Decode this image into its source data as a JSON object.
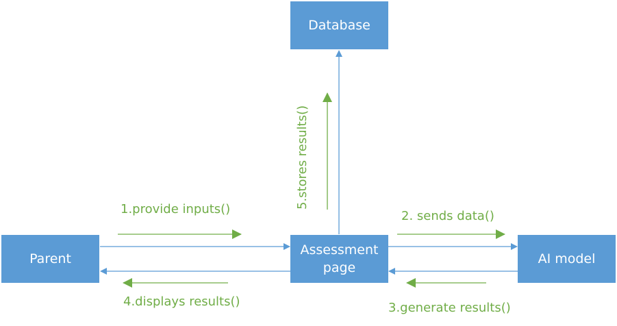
{
  "colors": {
    "box_fill": "#5B9BD5",
    "connector": "#5B9BD5",
    "message": "#70AD47",
    "box_text": "#FFFFFF"
  },
  "nodes": {
    "database": "Database",
    "parent": "Parent",
    "assessment_line1": "Assessment",
    "assessment_line2": "page",
    "ai_model": "AI model"
  },
  "messages": {
    "m1": "1.provide inputs()",
    "m2": "2. sends data()",
    "m3": "3.generate results()",
    "m4": "4.displays results()",
    "m5": "5.stores results()"
  }
}
